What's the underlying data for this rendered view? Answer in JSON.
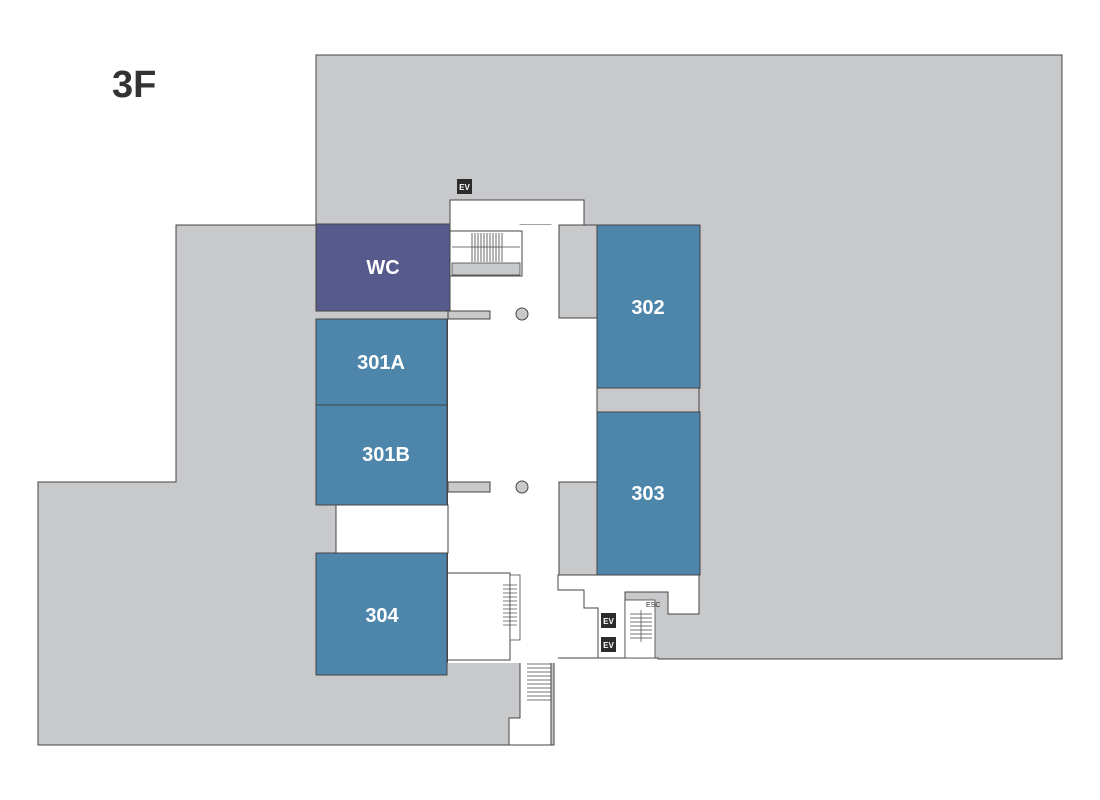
{
  "floor": {
    "label": "3F"
  },
  "colors": {
    "building": "#c8c9cb",
    "corridor": "#ffffff",
    "room": "#4e86ab",
    "restroom": "#575a8c",
    "outline": "#444444",
    "elevator": "#2b2b2b",
    "label_dark": "#333333"
  },
  "rooms": [
    {
      "id": "wc",
      "label": "WC",
      "type": "restroom"
    },
    {
      "id": "301a",
      "label": "301A",
      "type": "room"
    },
    {
      "id": "301b",
      "label": "301B",
      "type": "room"
    },
    {
      "id": "302",
      "label": "302",
      "type": "room"
    },
    {
      "id": "303",
      "label": "303",
      "type": "room"
    },
    {
      "id": "304",
      "label": "304",
      "type": "room"
    }
  ],
  "elevators": [
    {
      "id": "ev-top",
      "label": "EV"
    },
    {
      "id": "ev-right-upper",
      "label": "EV"
    },
    {
      "id": "ev-right-lower",
      "label": "EV"
    }
  ],
  "escalator": {
    "label": "ESC"
  }
}
